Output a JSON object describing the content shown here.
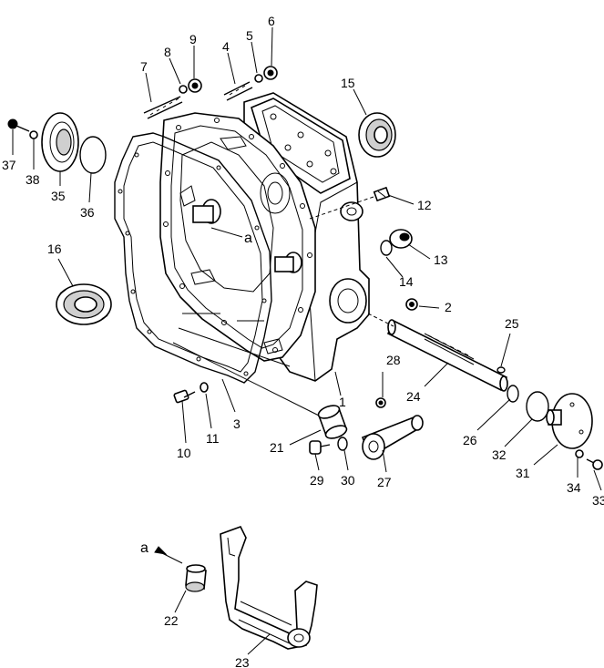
{
  "callouts": [
    {
      "id": "1",
      "text": "1"
    },
    {
      "id": "2",
      "text": "2"
    },
    {
      "id": "3",
      "text": "3"
    },
    {
      "id": "4",
      "text": "4"
    },
    {
      "id": "5",
      "text": "5"
    },
    {
      "id": "6",
      "text": "6"
    },
    {
      "id": "7",
      "text": "7"
    },
    {
      "id": "8",
      "text": "8"
    },
    {
      "id": "9",
      "text": "9"
    },
    {
      "id": "10",
      "text": "10"
    },
    {
      "id": "11",
      "text": "11"
    },
    {
      "id": "12",
      "text": "12"
    },
    {
      "id": "13",
      "text": "13"
    },
    {
      "id": "14",
      "text": "14"
    },
    {
      "id": "15",
      "text": "15"
    },
    {
      "id": "16",
      "text": "16"
    },
    {
      "id": "21",
      "text": "21"
    },
    {
      "id": "22",
      "text": "22"
    },
    {
      "id": "23",
      "text": "23"
    },
    {
      "id": "24",
      "text": "24"
    },
    {
      "id": "25",
      "text": "25"
    },
    {
      "id": "26",
      "text": "26"
    },
    {
      "id": "27",
      "text": "27"
    },
    {
      "id": "28",
      "text": "28"
    },
    {
      "id": "29",
      "text": "29"
    },
    {
      "id": "30",
      "text": "30"
    },
    {
      "id": "31",
      "text": "31"
    },
    {
      "id": "32",
      "text": "32"
    },
    {
      "id": "33",
      "text": "33"
    },
    {
      "id": "34",
      "text": "34"
    },
    {
      "id": "35",
      "text": "35"
    },
    {
      "id": "36",
      "text": "36"
    },
    {
      "id": "37",
      "text": "37"
    },
    {
      "id": "38",
      "text": "38"
    }
  ],
  "reference_marks": {
    "upper": "a",
    "lower": "a"
  }
}
